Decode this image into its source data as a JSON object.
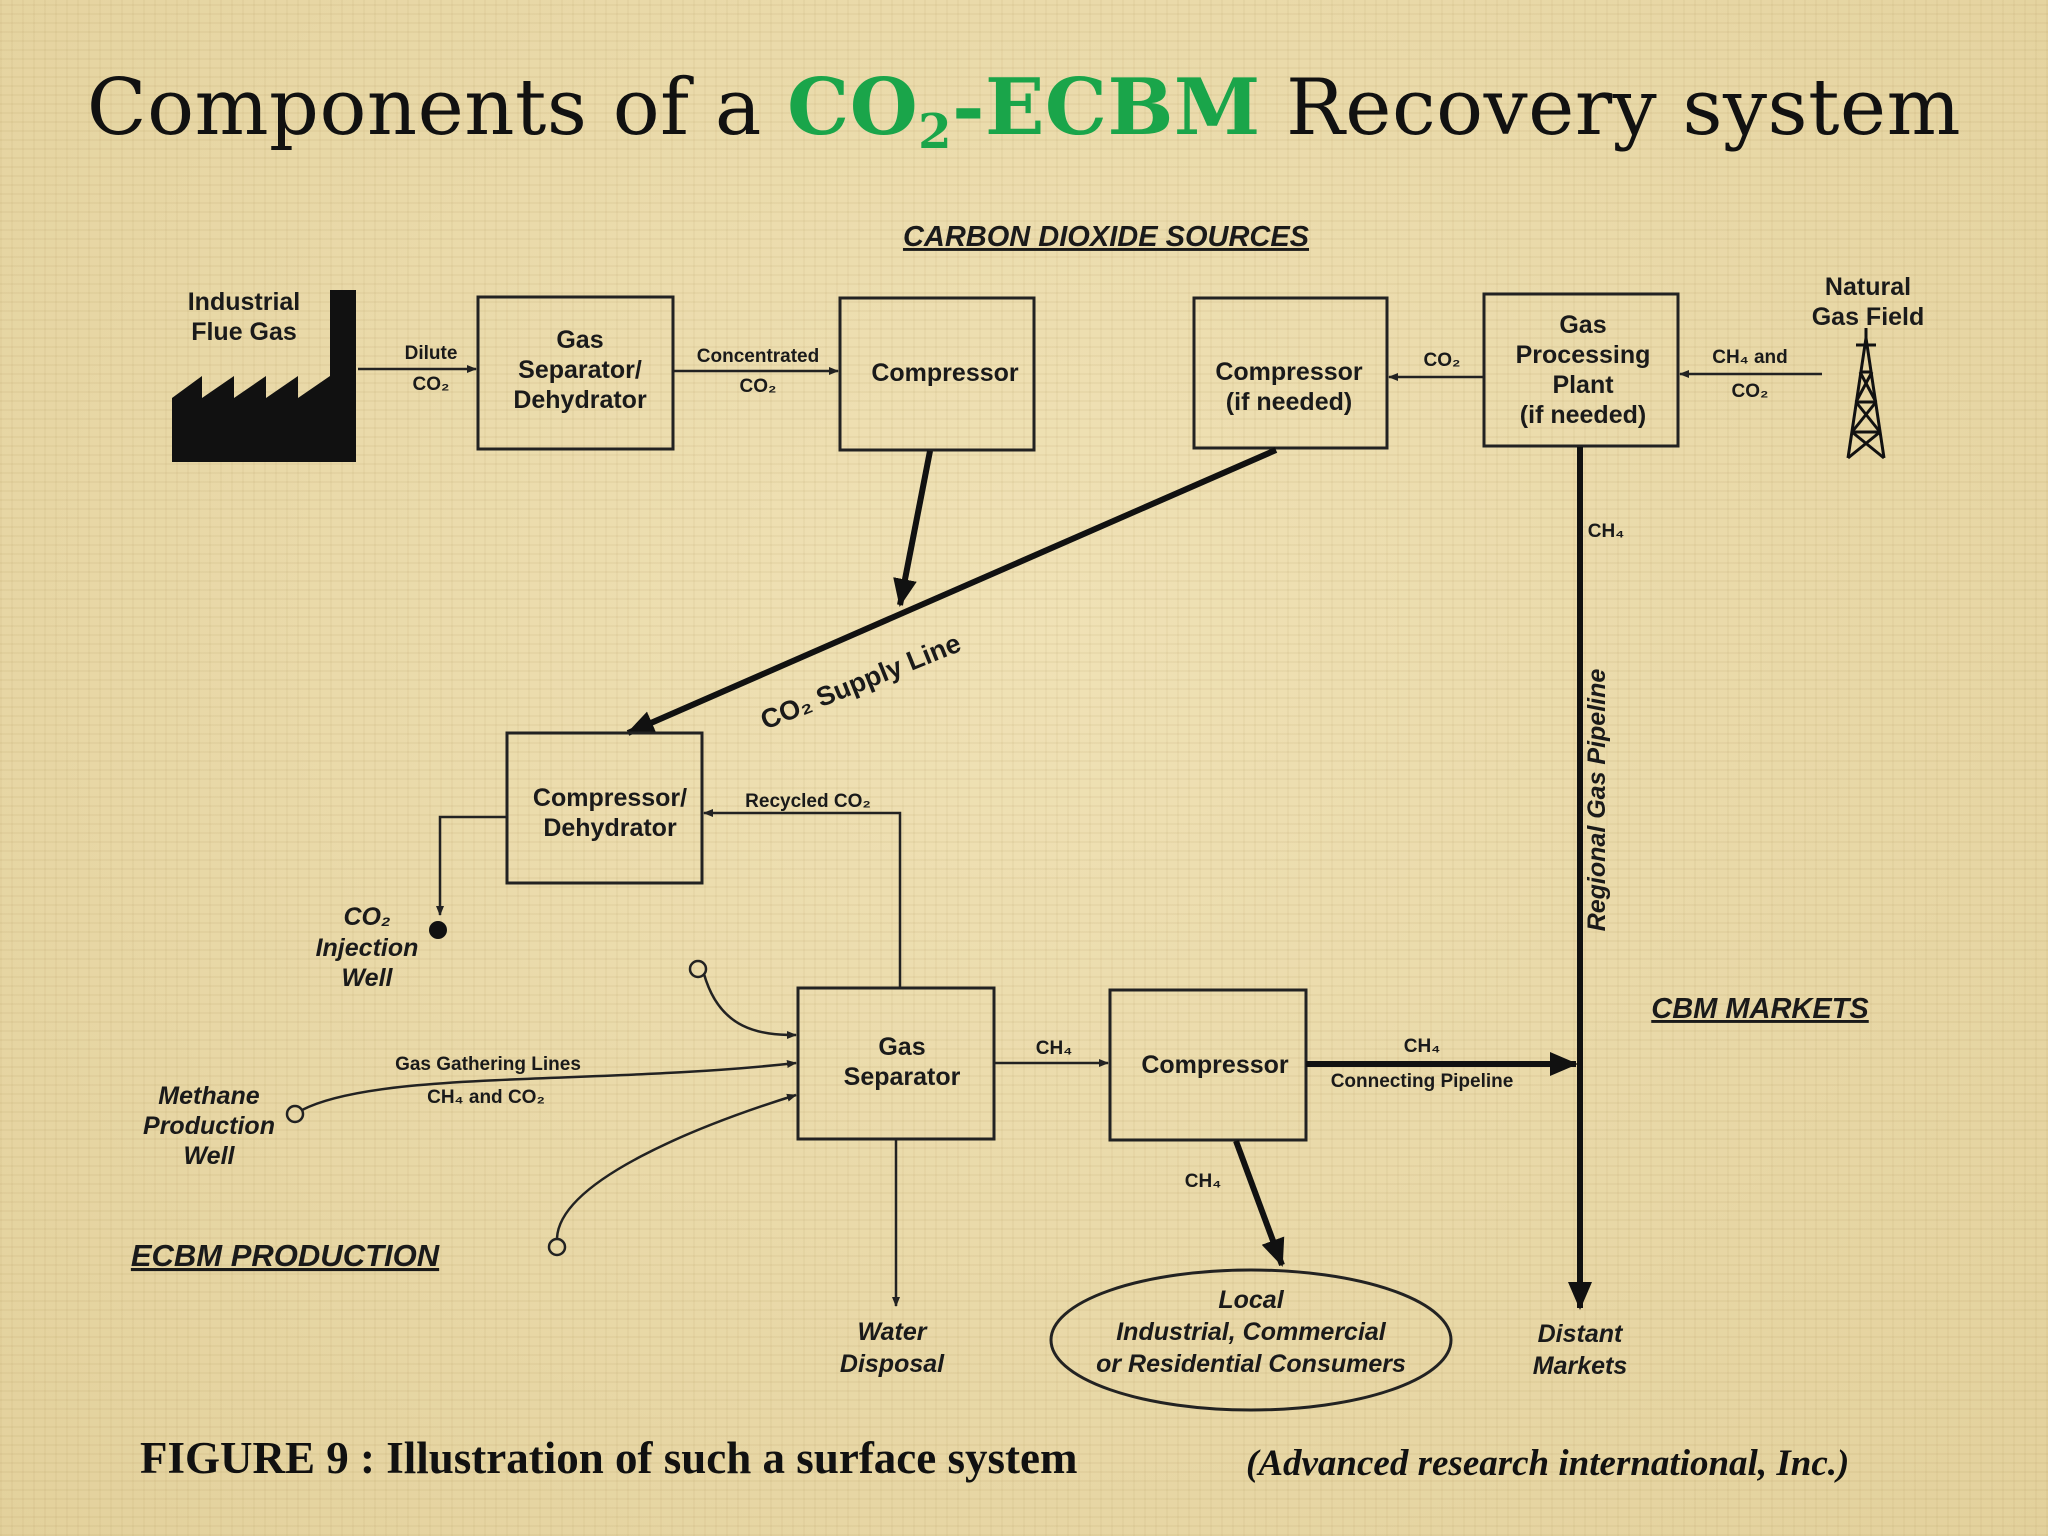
{
  "title": {
    "prefix": "Components of a ",
    "accent_main": "CO",
    "accent_sub": "2",
    "accent_tail": "-ECBM",
    "suffix": " Recovery system"
  },
  "colors": {
    "accent": "#1aa54a",
    "background": "#e8d8a6",
    "ink": "#1a1a1a"
  },
  "sections": {
    "co2_sources": "CARBON DIOXIDE SOURCES",
    "cbm_markets": "CBM MARKETS",
    "ecbm_production": "ECBM PRODUCTION"
  },
  "nodes": {
    "industrial_flue_gas": [
      "Industrial",
      "Flue Gas"
    ],
    "gas_separator_dehydrator": [
      "Gas",
      "Separator/",
      "Dehydrator"
    ],
    "compressor_top": [
      "Compressor"
    ],
    "compressor_if_needed": [
      "Compressor",
      "(if needed)"
    ],
    "gas_processing_plant": [
      "Gas",
      "Processing",
      "Plant",
      "(if needed)"
    ],
    "natural_gas_field": [
      "Natural",
      "Gas Field"
    ],
    "compressor_dehydrator": [
      "Compressor/",
      "Dehydrator"
    ],
    "co2_injection_well": [
      "CO₂",
      "Injection",
      "Well"
    ],
    "gas_separator": [
      "Gas",
      "Separator"
    ],
    "compressor_bottom": [
      "Compressor"
    ],
    "methane_production_well": [
      "Methane",
      "Production",
      "Well"
    ],
    "water_disposal": [
      "Water",
      "Disposal"
    ],
    "local_consumers": [
      "Local",
      "Industrial, Commercial",
      "or Residential Consumers"
    ],
    "distant_markets": [
      "Distant",
      "Markets"
    ]
  },
  "flows": {
    "dilute_co2": [
      "Dilute",
      "CO₂"
    ],
    "concentrated_co2": [
      "Concentrated",
      "CO₂"
    ],
    "co2_from_plant": "CO₂",
    "ch4_and_co2_in": [
      "CH₄ and",
      "CO₂"
    ],
    "ch4_down": "CH₄",
    "supply_line": "CO₂ Supply Line",
    "recycled_co2": "Recycled CO₂",
    "regional_pipeline": "Regional Gas Pipeline",
    "gathering_lines": [
      "Gas Gathering Lines",
      "CH₄ and CO₂"
    ],
    "ch4_to_compressor": "CH₄",
    "connecting_pipeline": [
      "CH₄",
      "Connecting Pipeline"
    ],
    "ch4_to_local": "CH₄"
  },
  "caption": "FIGURE 9 : Illustration of such a surface system",
  "credit": "(Advanced research international, Inc.)"
}
